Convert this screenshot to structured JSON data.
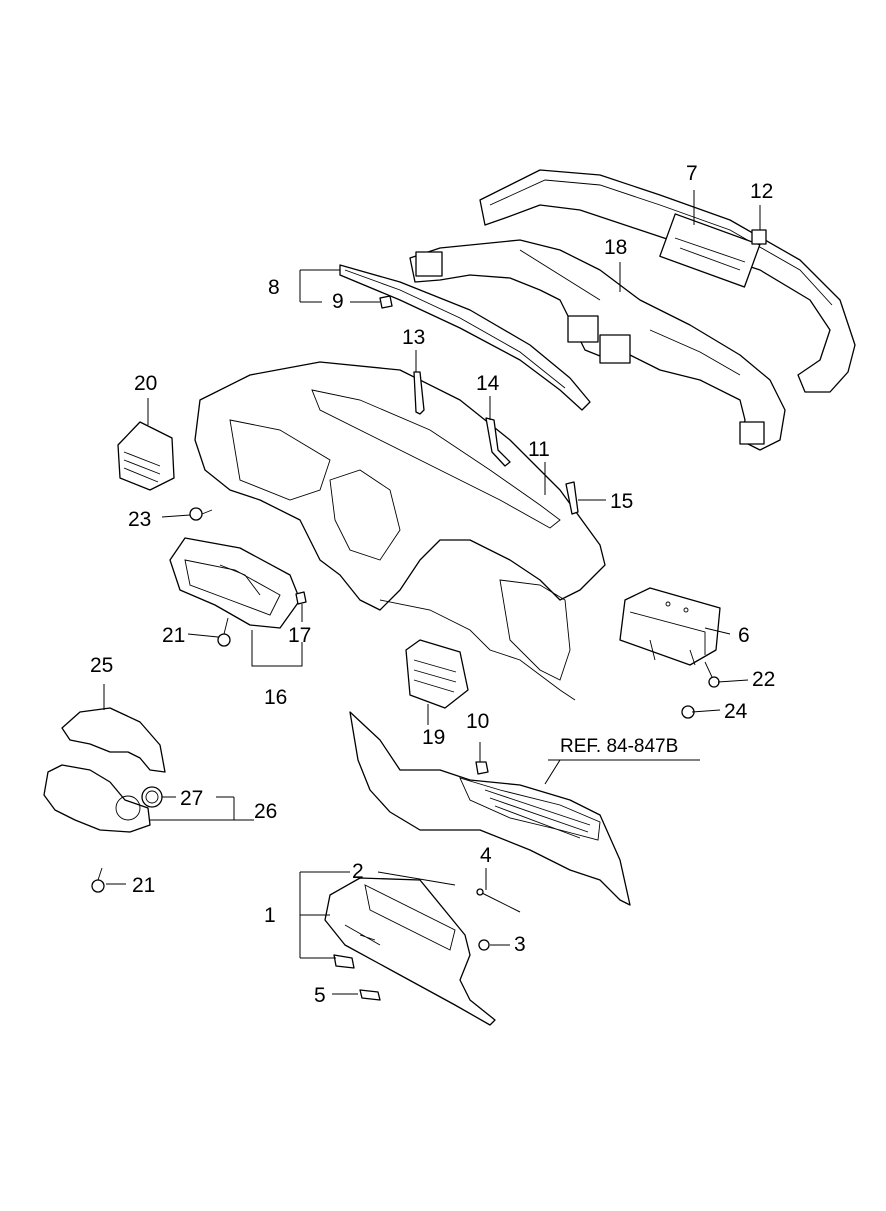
{
  "callouts": {
    "c1": "1",
    "c2": "2",
    "c3": "3",
    "c4": "4",
    "c5": "5",
    "c6": "6",
    "c7": "7",
    "c8": "8",
    "c9": "9",
    "c10": "10",
    "c11": "11",
    "c12": "12",
    "c13": "13",
    "c14": "14",
    "c15": "15",
    "c16": "16",
    "c17": "17",
    "c18": "18",
    "c19": "19",
    "c20": "20",
    "c21a": "21",
    "c21b": "21",
    "c22": "22",
    "c23": "23",
    "c24": "24",
    "c25": "25",
    "c26": "26",
    "c27": "27"
  },
  "reference": "REF. 84-847B"
}
